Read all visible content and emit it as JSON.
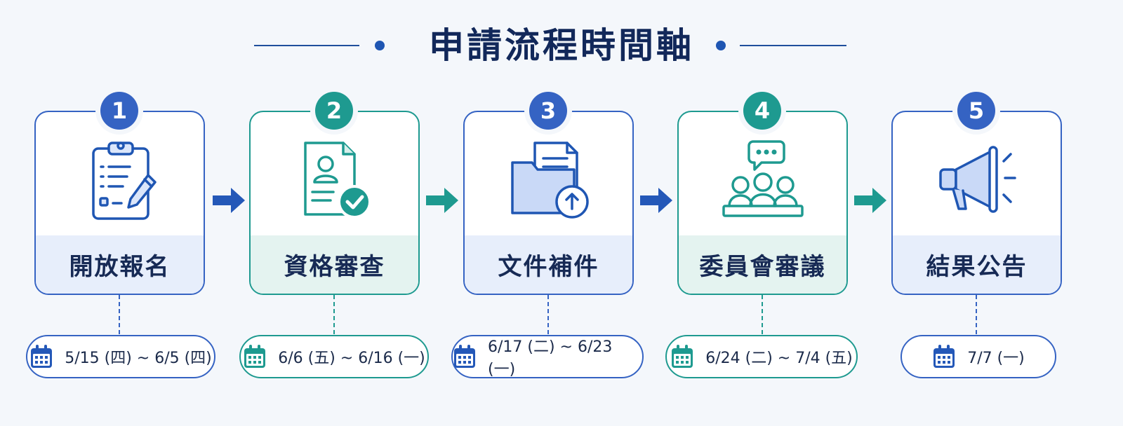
{
  "title": "申請流程時間軸",
  "colors": {
    "blue": "#3563c3",
    "teal": "#1e9a90",
    "navy": "#12285a",
    "bg": "#f4f7fb"
  },
  "steps": [
    {
      "number": "1",
      "label": "開放報名",
      "date": "5/15 (四) ~ 6/5 (四)",
      "icon": "clipboard-pencil-icon",
      "color": "blue"
    },
    {
      "number": "2",
      "label": "資格審查",
      "date": "6/6 (五) ~ 6/16 (一)",
      "icon": "document-check-icon",
      "color": "teal"
    },
    {
      "number": "3",
      "label": "文件補件",
      "date": "6/17 (二) ~ 6/23 (一)",
      "icon": "folder-upload-icon",
      "color": "blue"
    },
    {
      "number": "4",
      "label": "委員會審議",
      "date": "6/24 (二) ~ 7/4 (五)",
      "icon": "committee-meeting-icon",
      "color": "teal"
    },
    {
      "number": "5",
      "label": "結果公告",
      "date": "7/7 (一)",
      "icon": "megaphone-icon",
      "color": "blue"
    }
  ]
}
